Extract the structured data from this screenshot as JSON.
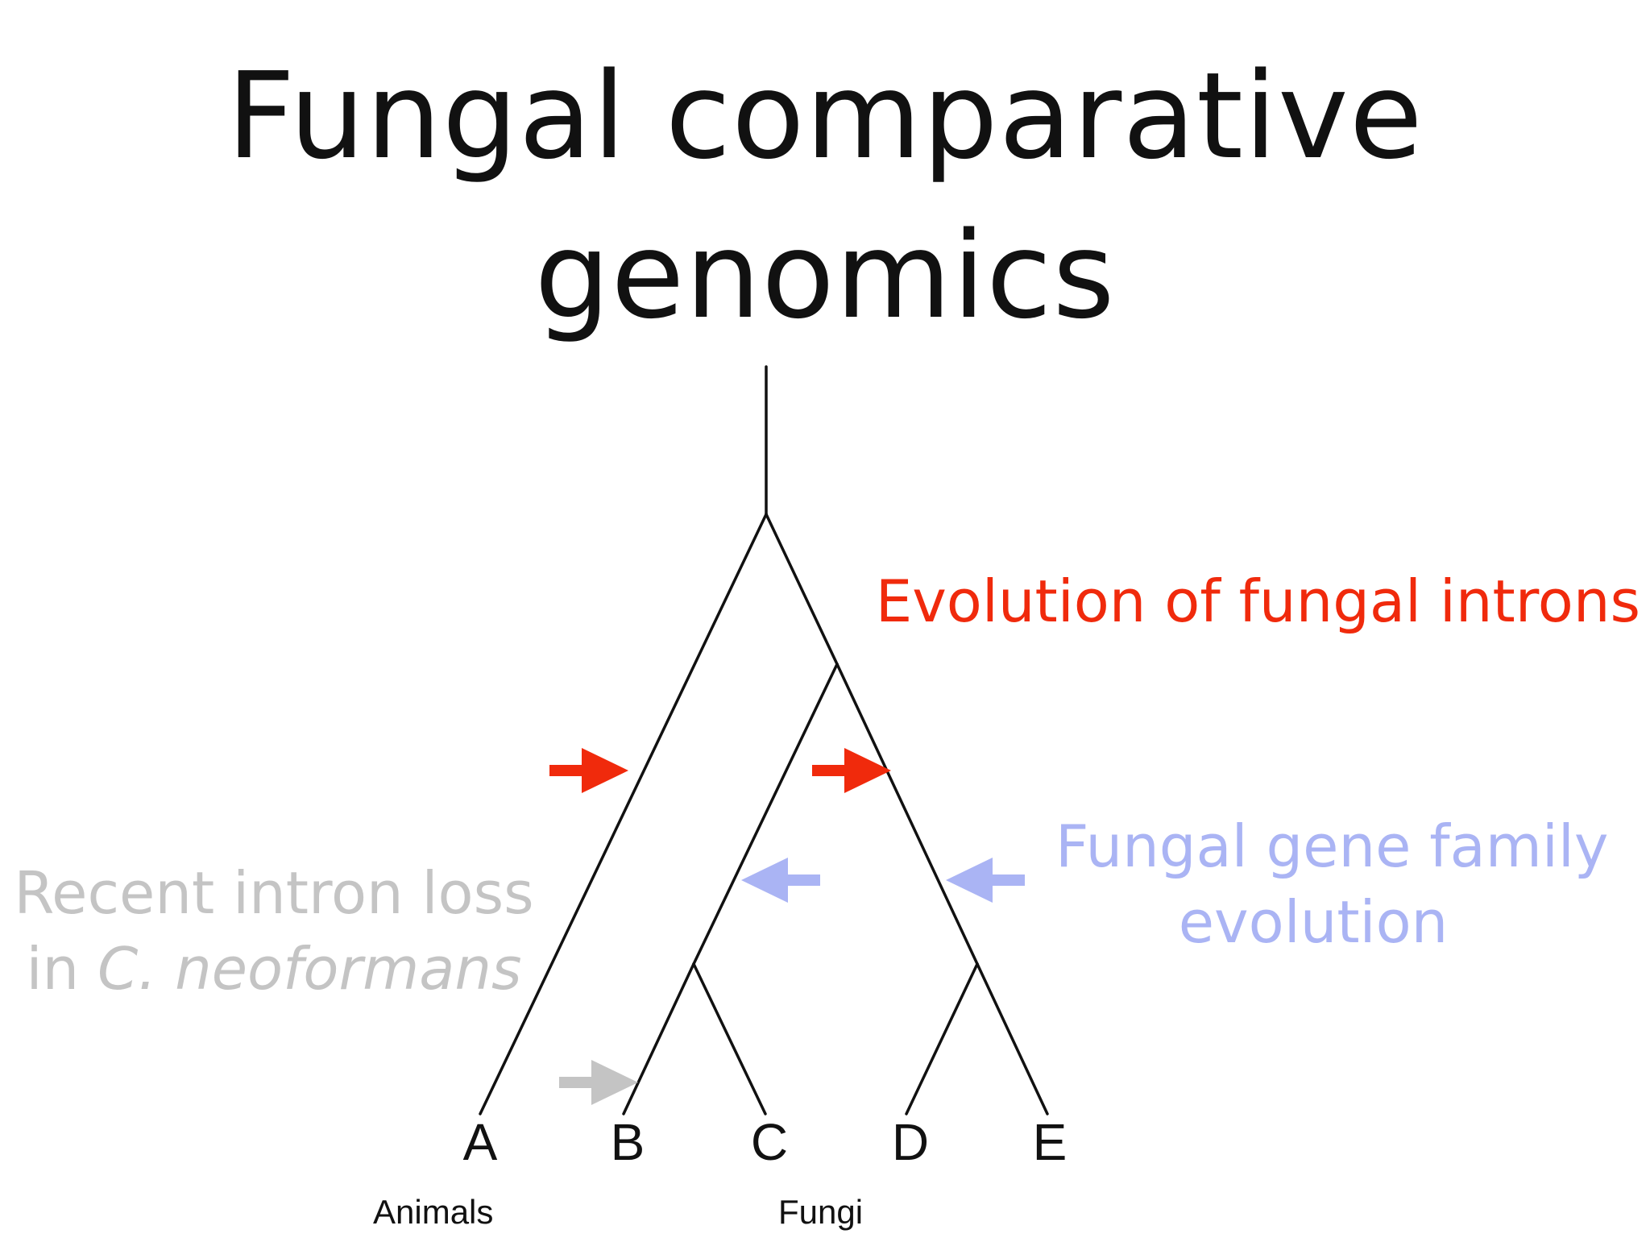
{
  "slide": {
    "title_line1": "Fungal comparative",
    "title_line2": "genomics"
  },
  "annotations": {
    "red": "Evolution of fungal introns",
    "blue_line1": "Fungal gene family",
    "blue_line2": "evolution",
    "gray_line1": "Recent intron loss",
    "gray_line2_prefix": "in ",
    "gray_line2_species": "C. neoformans"
  },
  "tree": {
    "leaves": [
      "A",
      "B",
      "C",
      "D",
      "E"
    ],
    "groups": {
      "animals": "Animals",
      "fungi": "Fungi"
    }
  },
  "colors": {
    "title": "#111111",
    "red": "#f02a0c",
    "blue": "#aab4f4",
    "gray": "#c4c4c4",
    "branch": "#111111"
  }
}
